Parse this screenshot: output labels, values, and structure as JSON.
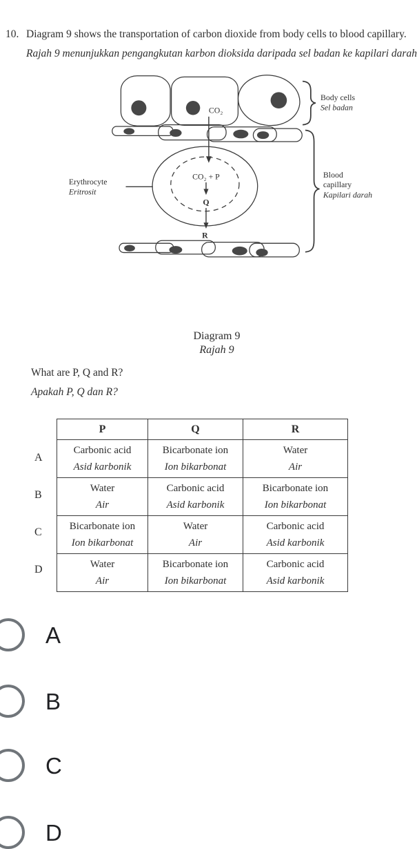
{
  "question": {
    "number": "10.",
    "text_en": "Diagram 9 shows the transportation of carbon dioxide from body cells to blood capillary.",
    "text_ms": "Rajah 9 menunjukkan pengangkutan karbon dioksida daripada sel badan ke kapilari darah.",
    "prompt_en": "What are P, Q and R?",
    "prompt_ms": "Apakah P, Q dan R?"
  },
  "diagram": {
    "co2_label": "CO₂",
    "reaction_start": "CO₂ + P",
    "intermediate_label": "Q",
    "product_label": "R",
    "body_cells_en": "Body cells",
    "body_cells_ms": "Sel badan",
    "erythrocyte_en": "Erythrocyte",
    "erythrocyte_ms": "Eritrosit",
    "capillary_en_line1": "Blood",
    "capillary_en_line2": "capillary",
    "capillary_ms": "Kapilari darah",
    "caption_en": "Diagram 9",
    "caption_ms": "Rajah 9"
  },
  "table": {
    "headers": [
      "P",
      "Q",
      "R"
    ],
    "rows": [
      {
        "label": "A",
        "cells": [
          {
            "en": "Carbonic acid",
            "ms": "Asid karbonik"
          },
          {
            "en": "Bicarbonate ion",
            "ms": "Ion bikarbonat"
          },
          {
            "en": "Water",
            "ms": "Air"
          }
        ]
      },
      {
        "label": "B",
        "cells": [
          {
            "en": "Water",
            "ms": "Air"
          },
          {
            "en": "Carbonic acid",
            "ms": "Asid karbonik"
          },
          {
            "en": "Bicarbonate ion",
            "ms": "Ion bikarbonat"
          }
        ]
      },
      {
        "label": "C",
        "cells": [
          {
            "en": "Bicarbonate ion",
            "ms": "Ion bikarbonat"
          },
          {
            "en": "Water",
            "ms": "Air"
          },
          {
            "en": "Carbonic acid",
            "ms": "Asid karbonik"
          }
        ]
      },
      {
        "label": "D",
        "cells": [
          {
            "en": "Water",
            "ms": "Air"
          },
          {
            "en": "Bicarbonate ion",
            "ms": "Ion bikarbonat"
          },
          {
            "en": "Carbonic acid",
            "ms": "Asid karbonik"
          }
        ]
      }
    ]
  },
  "options": [
    {
      "label": "A"
    },
    {
      "label": "B"
    },
    {
      "label": "C"
    },
    {
      "label": "D"
    }
  ],
  "colors": {
    "scan_ink": "#3a3a3a",
    "radio_stroke": "#70757a",
    "option_label": "#202124"
  }
}
